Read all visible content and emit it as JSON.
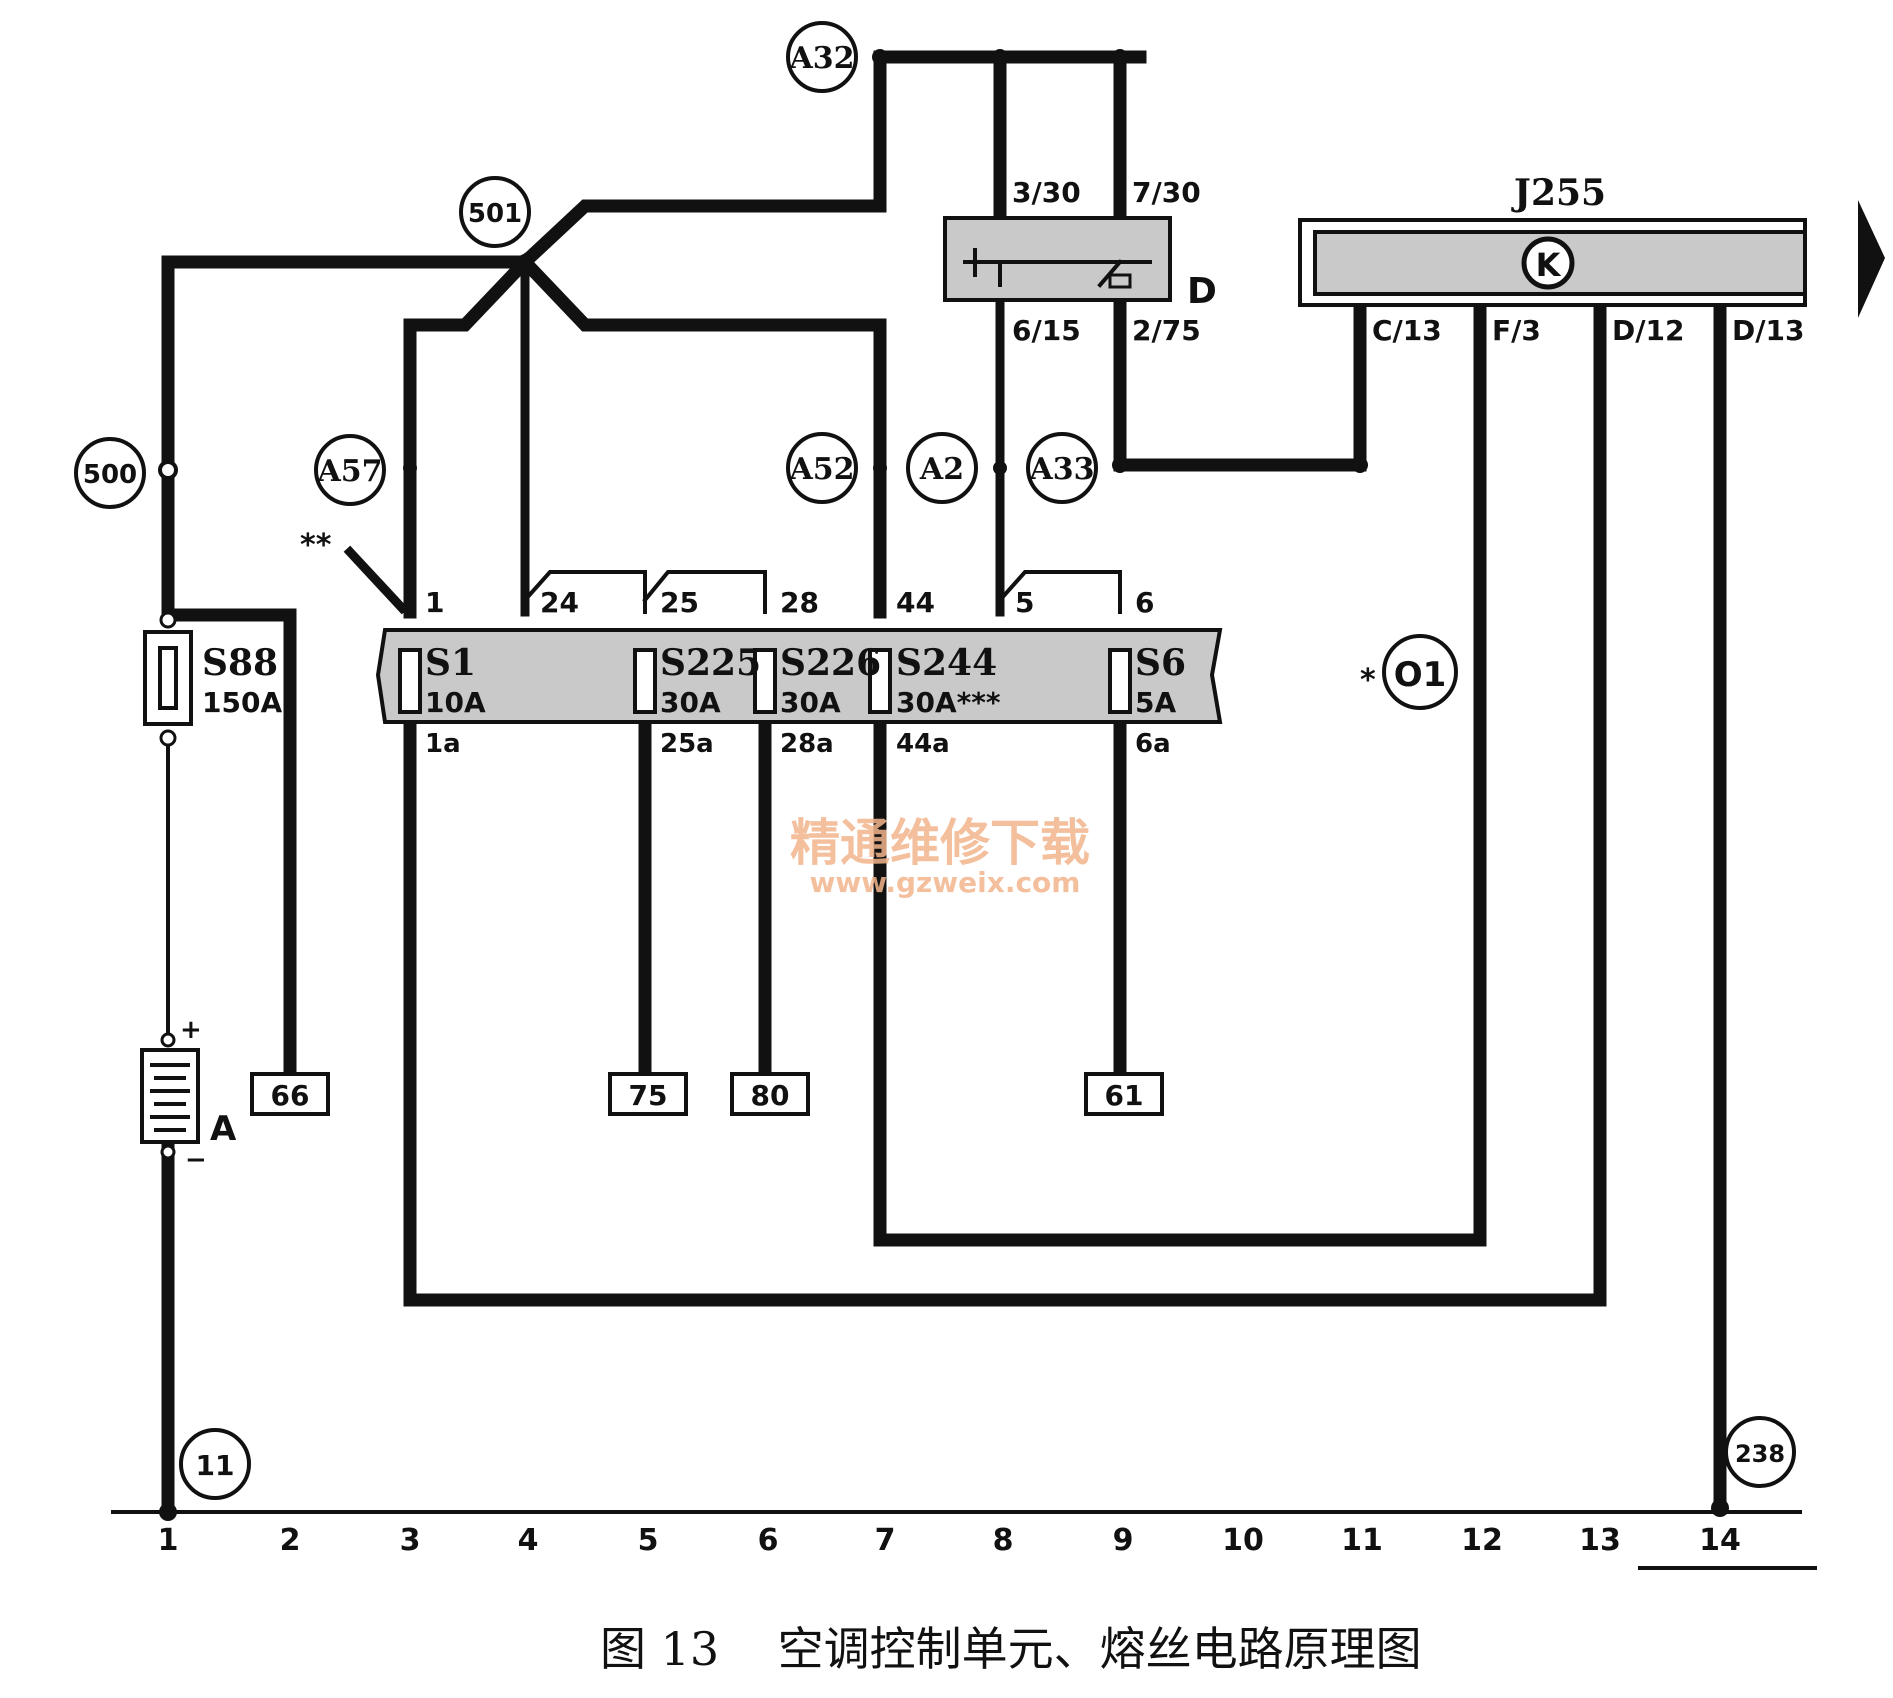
{
  "caption": "图 13    空调控制单元、熔丝电路原理图",
  "watermark": {
    "line1": "精通维修下载",
    "line2": "www.gzweix.com"
  },
  "connectors": {
    "a32": "A32",
    "501": "501",
    "500": "500",
    "a57": "A57",
    "a52": "A52",
    "a2": "A2",
    "a33": "A33",
    "o1": "O1",
    "o1_mark": "*",
    "g11": "11",
    "g238": "238"
  },
  "relay_d": {
    "label": "D",
    "pin_in1": "3/30",
    "pin_in2": "7/30",
    "pin_out1": "6/15",
    "pin_out2": "2/75"
  },
  "module_j255": {
    "label": "J255",
    "icon": "K",
    "pins": [
      "C/13",
      "F/3",
      "D/12",
      "D/13"
    ]
  },
  "fuse_block": {
    "top_pins": [
      "1",
      "24",
      "25",
      "28",
      "44",
      "5",
      "6"
    ],
    "fuses": [
      {
        "name": "S1",
        "rating": "10A"
      },
      {
        "name": "S225",
        "rating": "30A"
      },
      {
        "name": "S226",
        "rating": "30A"
      },
      {
        "name": "S244",
        "rating": "30A***"
      },
      {
        "name": "S6",
        "rating": "5A"
      }
    ],
    "bottom_pins": [
      "1a",
      "25a",
      "28a",
      "44a",
      "6a"
    ],
    "marker": "**"
  },
  "main_fuse": {
    "name": "S88",
    "rating": "150A"
  },
  "battery": {
    "label": "A",
    "plus": "+",
    "minus": "−"
  },
  "ref_boxes": [
    "66",
    "75",
    "80",
    "61"
  ],
  "grid_numbers": [
    "1",
    "2",
    "3",
    "4",
    "5",
    "6",
    "7",
    "8",
    "9",
    "10",
    "11",
    "12",
    "13",
    "14"
  ]
}
